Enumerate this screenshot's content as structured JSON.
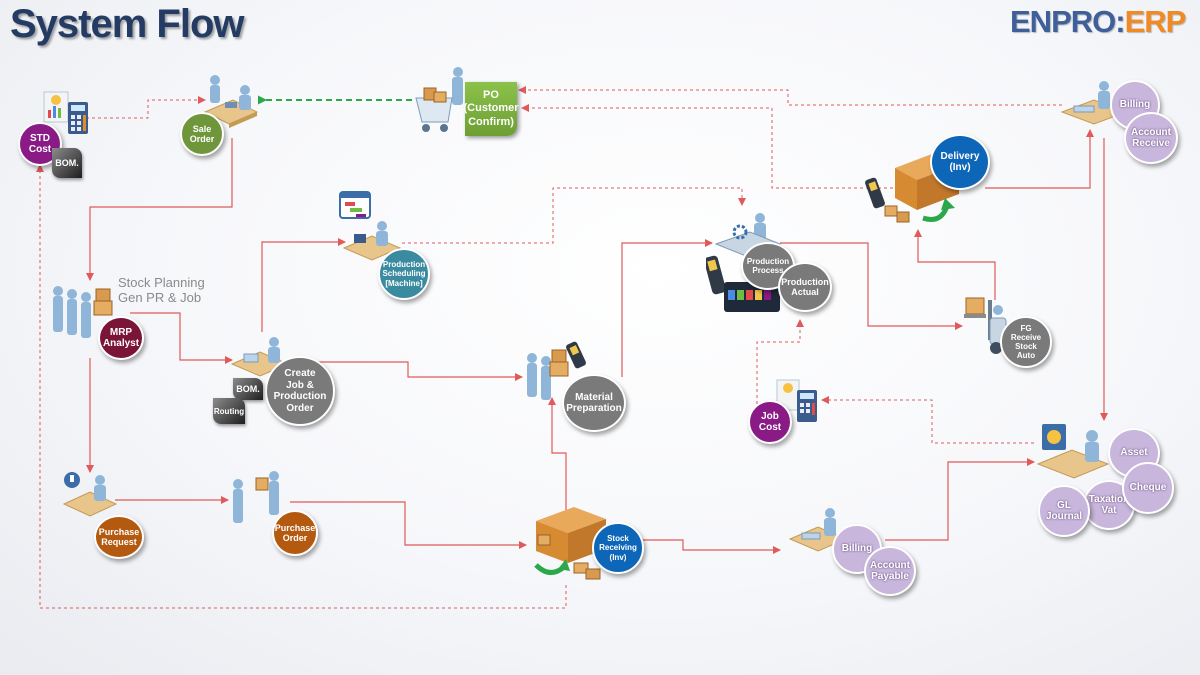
{
  "title": "System Flow",
  "brand": {
    "part1": "ENPRO:",
    "part2": "ERP"
  },
  "stock_planning": {
    "line1": "Stock Planning",
    "line2": "Gen PR & Job"
  },
  "po_box": "PO\n(Customer\nConfirm)",
  "nodes": {
    "std_cost": "STD\nCost",
    "bom_top": "BOM.",
    "sale_order": "Sale\nOrder",
    "mrp_analyst": "MRP\nAnalyst",
    "production_scheduling": "Production\nScheduling\n[Machine]",
    "create_job": "Create\nJob &\nProduction\nOrder",
    "bom_mid": "BOM.",
    "routing": "Routing",
    "material_preparation": "Material\nPreparation",
    "production_process": "Production\nProcess",
    "production_actual": "Production\nActual",
    "delivery": "Delivery\n(Inv)",
    "billing_top": "Billing",
    "account_receive": "Account\nReceive",
    "fg_receive": "FG\nReceive\nStock\nAuto",
    "job_cost": "Job\nCost",
    "purchase_request": "Purchase\nRequest",
    "purchase_order": "Purchase\nOrder",
    "stock_receiving": "Stock\nReceiving\n(Inv)",
    "billing_bottom": "Billing",
    "account_payable": "Account\nPayable",
    "asset": "Asset",
    "taxation": "Taxation\nVat",
    "cheque": "Cheque",
    "gl_journal": "GL\nJournal"
  },
  "colors": {
    "title": "#243b63",
    "flow_line": "#e05a5a",
    "dashed_green": "#2aa84a",
    "green": "#6f963a",
    "purple": "#8a1a86",
    "maroon": "#7a1537",
    "gray": "#7a7a7a",
    "teal": "#3a8aa0",
    "blue": "#0d66b8",
    "orange": "#b35a10",
    "lilac": "#c9b6dc",
    "brand_blue": "#3f5f9a",
    "brand_orange": "#f08a24"
  },
  "icons": [
    "calculator-icon",
    "clerk-desk-icon",
    "shopping-cart-icon",
    "team-icon",
    "desk-worker-icon",
    "forklift-icon",
    "truck-icon",
    "handshake-icon",
    "scanner-icon",
    "schedule-board-icon",
    "control-panel-icon",
    "finance-desk-icon"
  ]
}
